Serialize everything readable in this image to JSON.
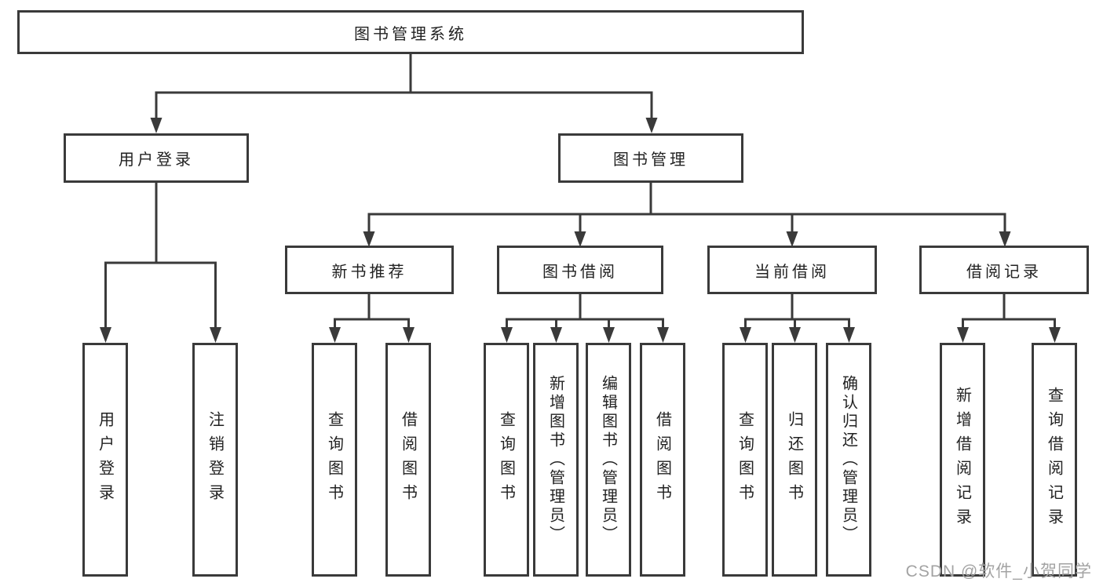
{
  "diagram": {
    "root": {
      "label": "图书管理系统"
    },
    "level2": [
      {
        "label": "用户登录"
      },
      {
        "label": "图书管理"
      }
    ],
    "level3": [
      {
        "label": "新书推荐"
      },
      {
        "label": "图书借阅"
      },
      {
        "label": "当前借阅"
      },
      {
        "label": "借阅记录"
      }
    ],
    "leaves": [
      {
        "label": "用户登录",
        "parent": "用户登录"
      },
      {
        "label": "注销登录",
        "parent": "用户登录"
      },
      {
        "label": "查询图书",
        "parent": "新书推荐"
      },
      {
        "label": "借阅图书",
        "parent": "新书推荐"
      },
      {
        "label": "查询图书",
        "parent": "图书借阅"
      },
      {
        "label": "新增图书（管理员）",
        "parent": "图书借阅"
      },
      {
        "label": "编辑图书（管理员）",
        "parent": "图书借阅"
      },
      {
        "label": "借阅图书",
        "parent": "图书借阅"
      },
      {
        "label": "查询图书",
        "parent": "当前借阅"
      },
      {
        "label": "归还图书",
        "parent": "当前借阅"
      },
      {
        "label": "确认归还（管理员）",
        "parent": "当前借阅"
      },
      {
        "label": "新增借阅记录",
        "parent": "借阅记录"
      },
      {
        "label": "查询借阅记录",
        "parent": "借阅记录"
      }
    ]
  },
  "watermark": {
    "text": "CSDN @软件_小贺同学"
  },
  "colors": {
    "line": "#3a3a3a",
    "text": "#222222",
    "background": "#ffffff",
    "watermark": "#a3a3a3"
  }
}
